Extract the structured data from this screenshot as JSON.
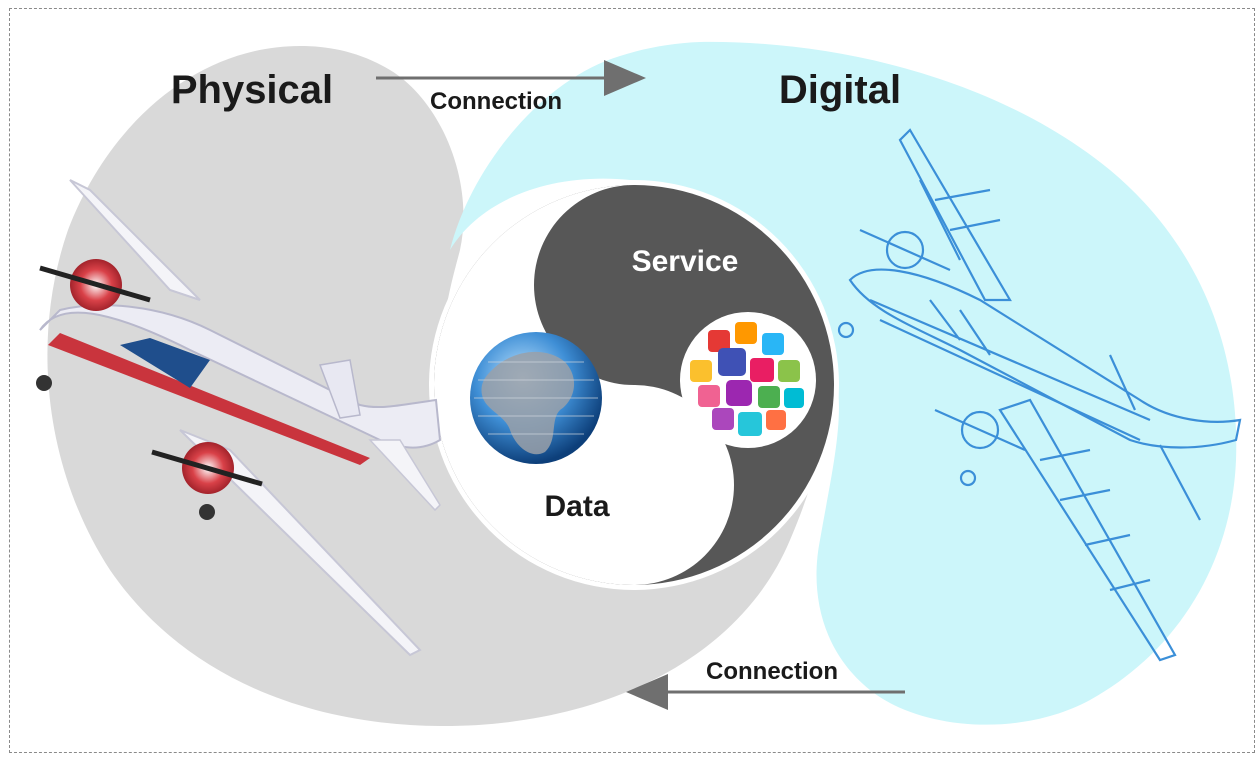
{
  "labels": {
    "physical": "Physical",
    "digital": "Digital",
    "connection_top": "Connection",
    "connection_bottom": "Connection",
    "service": "Service",
    "data": "Data"
  },
  "colors": {
    "physical_fill": "#d9d9d9",
    "digital_fill": "#ccf6fa",
    "service_fill": "#575757",
    "plane_red": "#c9343d",
    "wireframe_blue": "#3b8fd8",
    "arrow": "#6f6f6f"
  },
  "icons": {
    "physical_object": "airplane-icon",
    "digital_object": "wireframe-airplane-icon",
    "data_symbol": "globe-icon",
    "service_symbol": "app-icons-cluster"
  }
}
